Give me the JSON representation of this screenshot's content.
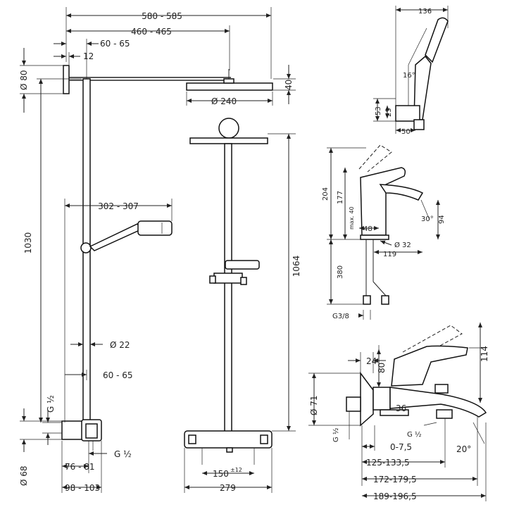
{
  "shower_front": {
    "d_580_585": "580 - 585",
    "d_460_465": "460 - 465",
    "d_60_65_top": "60 - 65",
    "d_12": "12",
    "d_dia80": "Ø 80",
    "d_1030": "1030",
    "d_302_307": "302 - 307",
    "d_dia22": "Ø 22",
    "d_60_65_mid": "60 - 65",
    "d_g12_left": "G ½",
    "d_g12_right": "G ½",
    "d_dia68": "Ø 68",
    "d_76_81": "76 - 81",
    "d_98_103": "98 - 103"
  },
  "shower_side": {
    "d_40": "40",
    "d_dia240": "Ø 240",
    "d_1064": "1064",
    "d_150": "150",
    "d_150_tol": "±12",
    "d_279": "279"
  },
  "hand_shower": {
    "d_136": "136",
    "d_16deg": "16°",
    "d_53": "53",
    "d_25": "25",
    "d_50": "50"
  },
  "basin_mixer": {
    "d_204": "204",
    "d_177": "177",
    "d_max40": "max. 40",
    "d_48": "48",
    "d_30deg": "30°",
    "d_94": "94",
    "d_dia32": "Ø 32",
    "d_119": "119",
    "d_380": "380",
    "d_g38": "G3/8"
  },
  "bath_mixer": {
    "d_24": "24",
    "d_80": "80",
    "d_114": "114",
    "d_dia71": "Ø 71",
    "d_36": "36",
    "d_g12_a": "G ½",
    "d_g12_b": "G ½",
    "d_0_75": "0-7,5",
    "d_20deg": "20°",
    "d_125_1335": "125-133,5",
    "d_172_1795": "172-179,5",
    "d_189_1965": "189-196,5"
  }
}
